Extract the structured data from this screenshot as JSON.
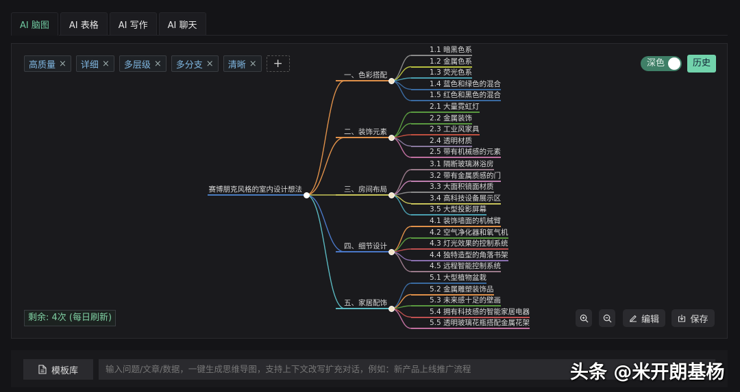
{
  "tabs": [
    {
      "label": "AI 脑图"
    },
    {
      "label": "AI 表格"
    },
    {
      "label": "AI 写作"
    },
    {
      "label": "AI 聊天"
    }
  ],
  "chips": [
    {
      "label": "高质量"
    },
    {
      "label": "详细"
    },
    {
      "label": "多层级"
    },
    {
      "label": "多分支"
    },
    {
      "label": "清晰"
    }
  ],
  "chip_remove_icon": "×",
  "chip_add_icon": "+",
  "theme_toggle": {
    "label": "深色",
    "on": true
  },
  "history_label": "历史",
  "remaining": "剩余: 4次 (每日刷新)",
  "toolbar": {
    "zoom_in_icon": "zoom-in",
    "zoom_out_icon": "zoom-out",
    "edit_label": "编辑",
    "save_label": "保存"
  },
  "mindmap": {
    "root": {
      "label": "赛博朋克风格的室内设计想法",
      "color": "#4a7cc0"
    },
    "branches": [
      {
        "label": "一、色彩搭配",
        "color": "#e0914a",
        "children": [
          "1.1 暗黑色系",
          "1.2 金属色系",
          "1.3 荧光色系",
          "1.4 蓝色和绿色的混合",
          "1.5 红色和黑色的混合"
        ],
        "colors": [
          "#8a8a8a",
          "#b8c040",
          "#4aa0b0",
          "#3a6aa0",
          "#3a6aa0"
        ]
      },
      {
        "label": "二、装饰元素",
        "color": "#e0914a",
        "children": [
          "2.1 大量霓虹灯",
          "2.2 金属装饰",
          "2.3 工业风家具",
          "2.4 透明材质",
          "2.5 带有机械感的元素"
        ],
        "colors": [
          "#5a9a40",
          "#5a9a40",
          "#c05040",
          "#8a7aa0",
          "#c070a0"
        ]
      },
      {
        "label": "三、房间布局",
        "color": "#c8c45a",
        "children": [
          "3.1 隔断玻璃淋浴房",
          "3.2 带有金属质感的门",
          "3.3 大面积镜面材质",
          "3.4 高科技设备展示区",
          "3.5 大型投影屏幕"
        ],
        "colors": [
          "#9a7a8a",
          "#c080b0",
          "#8a8a8a",
          "#c8c45a",
          "#4aa0b0"
        ]
      },
      {
        "label": "四、细节设计",
        "color": "#4a78c8",
        "children": [
          "4.1 装饰墙面的机械臂",
          "4.2 空气净化器和氧气机",
          "4.3 灯光效果的控制系统",
          "4.4 独特造型的角落书架",
          "4.5 远程智能控制系统"
        ],
        "colors": [
          "#e0914a",
          "#5a9a40",
          "#c05050",
          "#8a70b0",
          "#9a7a8a"
        ]
      },
      {
        "label": "五、家居配饰",
        "color": "#5ab8c0",
        "children": [
          "5.1 大型植物盆栽",
          "5.2 金属雕塑装饰品",
          "5.3 未来感十足的壁画",
          "5.4 拥有科技感的智能家居电器",
          "5.5 透明玻璃花瓶搭配金属花架"
        ],
        "colors": [
          "#3a6aa0",
          "#e0914a",
          "#5a9a40",
          "#c05050",
          "#c070a0"
        ]
      }
    ]
  },
  "template_label": "模板库",
  "input_placeholder": "输入问题/文章/数据，一键生成思维导图，支持上下文改写扩充对话，例如：新产品上线推广流程",
  "watermark": "头条 @米开朗基杨"
}
